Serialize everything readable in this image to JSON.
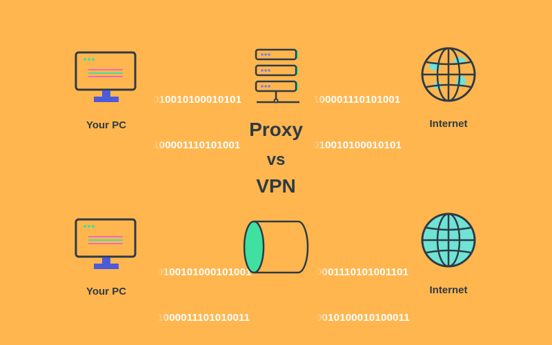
{
  "colors": {
    "background": "#FFB64F",
    "dark": "#2E3A44",
    "screen_orange": "#FFB64F",
    "stand_blue": "#4C5BD8",
    "accent_green": "#3FE0A0",
    "accent_pink": "#F06CB8",
    "globe_teal": "#6FE3D6",
    "server_dots": "#7B7BE8"
  },
  "top": {
    "pc_label": "Your PC",
    "internet_label": "Internet",
    "bits_left": [
      "010010100010101",
      "100001110101001"
    ],
    "bits_right": [
      "100001110101001",
      "010010100010101"
    ]
  },
  "middle": {
    "proxy": "Proxy",
    "vs": "vs",
    "vpn": "VPN"
  },
  "bottom": {
    "pc_label": "Your PC",
    "internet_label": "Internet",
    "bits_left": [
      "0100101000101001",
      "1000011101010011"
    ],
    "bits_right": [
      "0001110101001101",
      "0010100010100011"
    ]
  },
  "icons": {
    "pc": "desktop-monitor-icon",
    "server": "server-stack-icon",
    "globe": "globe-icon",
    "tunnel": "vpn-tunnel-icon"
  }
}
